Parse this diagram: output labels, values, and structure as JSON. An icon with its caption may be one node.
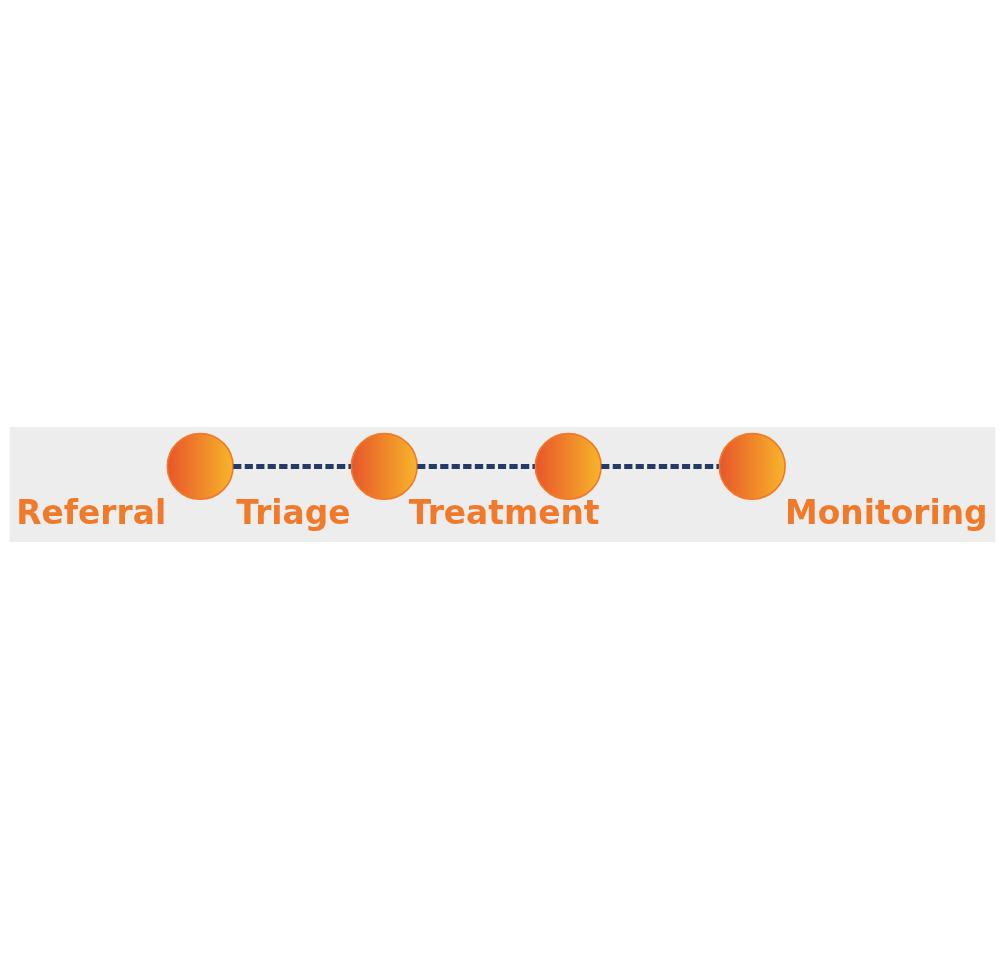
{
  "diagram": {
    "nodes": [
      {
        "text": [],
        "shape": "circle",
        "beside": [
          "Referral"
        ]
      },
      {
        "text": [],
        "shape": "circle",
        "beside": [
          "Triage"
        ]
      },
      {
        "text": [],
        "shape": "circle",
        "beside": [
          "Treatment"
        ]
      },
      {
        "text": [],
        "shape": "circle",
        "beside": [
          "Monitoring"
        ]
      }
    ],
    "edges": [
      {
        "from": 0,
        "to": 1,
        "arrow": "none",
        "style": "dashed"
      },
      {
        "from": 1,
        "to": 2,
        "arrow": "none",
        "style": "dashed"
      },
      {
        "from": 2,
        "to": 3,
        "arrow": "none",
        "style": "dashed"
      }
    ]
  }
}
